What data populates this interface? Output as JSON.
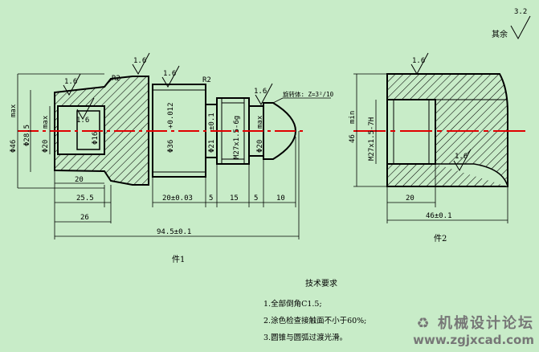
{
  "roughness": {
    "ra": "1.6",
    "other_ra": "3.2",
    "other_label": "其余"
  },
  "part1": {
    "label": "件1",
    "diameters": [
      "Φ46",
      "Φ28.5",
      "Φ20",
      "Φ16",
      "Φ36",
      "Φ21",
      "M27x1.5-6g",
      "Φ20"
    ],
    "tol": [
      "max",
      "max",
      "+0.012",
      "±0.1",
      "max"
    ],
    "dims": [
      "20",
      "25.5",
      "26",
      "94.5±0.1",
      "20±0.03",
      "5",
      "15",
      "5",
      "10"
    ],
    "chamfer": "R2",
    "callout": "旋转体: Z=3²/10"
  },
  "part2": {
    "label": "件2",
    "diameters": [
      "46",
      "M27x1.5-7H"
    ],
    "tol": "min",
    "dims": [
      "20",
      "46±0.1"
    ]
  },
  "notes": {
    "title": "技术要求",
    "items": [
      "1.全部倒角C1.5;",
      "2.涂色检查接触面不小于60%;",
      "3.圆锥与圆弧过渡光滑。"
    ]
  },
  "watermark": {
    "name": "机械设计论坛",
    "url": "www.zgjxcad.com"
  }
}
